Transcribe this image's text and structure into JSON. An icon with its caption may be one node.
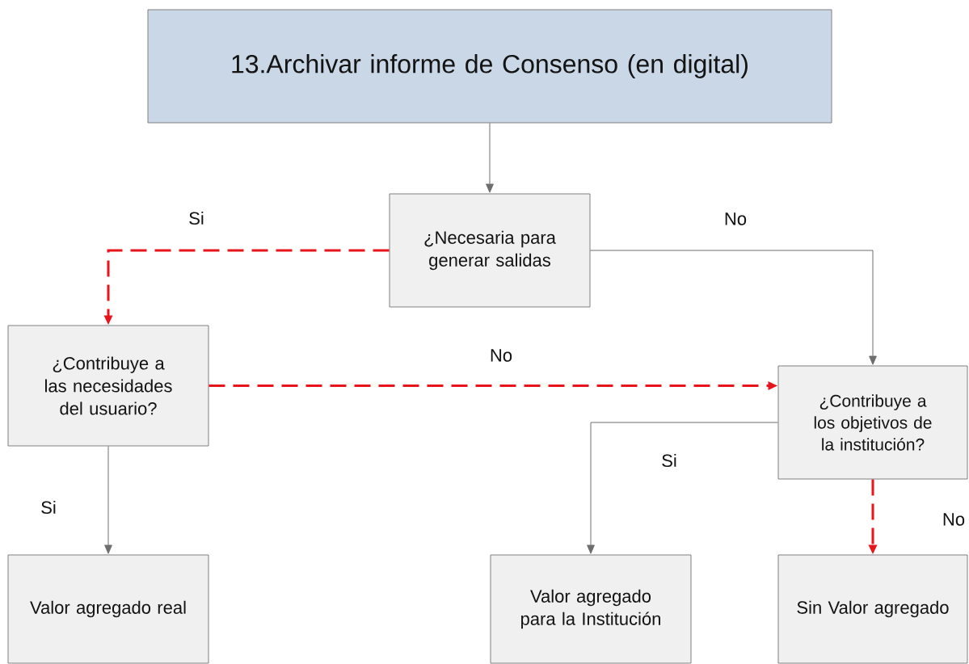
{
  "diagram": {
    "nodes": [
      {
        "text": [
          "13.Archivar informe de Consenso (en digital)"
        ]
      },
      {
        "text": [
          "¿Necesaria para generar salidas"
        ]
      },
      {
        "text": [
          "¿Contribuye a las necesidades del usuario?"
        ]
      },
      {
        "text": [
          "¿Contribuye a los objetivos de la institución?"
        ]
      },
      {
        "text": [
          "Valor agregado real"
        ]
      },
      {
        "text": [
          "Valor agregado para la Institución"
        ]
      },
      {
        "text": [
          "Sin Valor agregado"
        ]
      }
    ],
    "edges": [
      {
        "from": 0,
        "to": 1,
        "arrow": "to"
      },
      {
        "from": 1,
        "to": 2,
        "arrow": "to",
        "label": "Si",
        "style": "dashed",
        "color": "#e8141b"
      },
      {
        "from": 1,
        "to": 3,
        "arrow": "to",
        "label": "No"
      },
      {
        "from": 2,
        "to": 3,
        "arrow": "to",
        "label": "No",
        "style": "dashed",
        "color": "#e8141b"
      },
      {
        "from": 2,
        "to": 4,
        "arrow": "to",
        "label": "Si"
      },
      {
        "from": 3,
        "to": 5,
        "arrow": "to",
        "label": "Si"
      },
      {
        "from": 3,
        "to": 6,
        "arrow": "to",
        "label": "No",
        "style": "dashed",
        "color": "#e8141b"
      }
    ]
  }
}
